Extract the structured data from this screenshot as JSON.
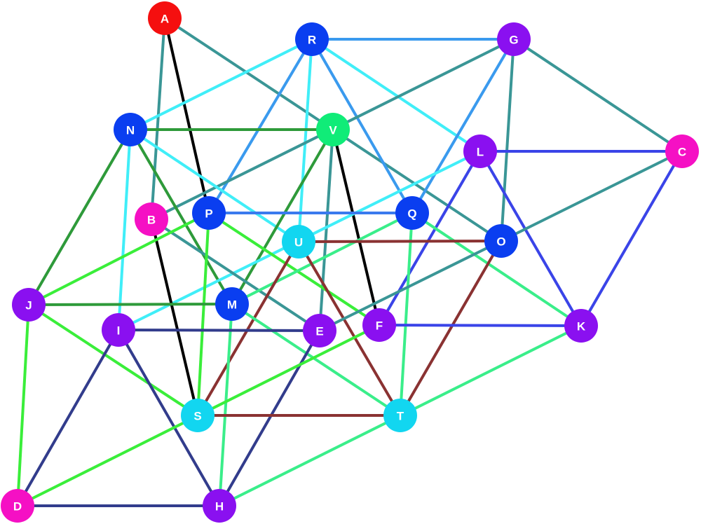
{
  "nodes": [
    {
      "id": "A",
      "label": "A",
      "color": "#f50f0f"
    },
    {
      "id": "R",
      "label": "R",
      "color": "#0a3ef0"
    },
    {
      "id": "G",
      "label": "G",
      "color": "#8a10f0"
    },
    {
      "id": "N",
      "label": "N",
      "color": "#0a3ef0"
    },
    {
      "id": "V",
      "label": "V",
      "color": "#10ec78"
    },
    {
      "id": "L",
      "label": "L",
      "color": "#8a10f0"
    },
    {
      "id": "C",
      "label": "C",
      "color": "#f510c4"
    },
    {
      "id": "B",
      "label": "B",
      "color": "#f510c4"
    },
    {
      "id": "P",
      "label": "P",
      "color": "#0a3ef0"
    },
    {
      "id": "Q",
      "label": "Q",
      "color": "#0a3ef0"
    },
    {
      "id": "U",
      "label": "U",
      "color": "#12d6f0"
    },
    {
      "id": "O",
      "label": "O",
      "color": "#0a3ef0"
    },
    {
      "id": "J",
      "label": "J",
      "color": "#8a10f0"
    },
    {
      "id": "M",
      "label": "M",
      "color": "#0a3ef0"
    },
    {
      "id": "I",
      "label": "I",
      "color": "#8a10f0"
    },
    {
      "id": "E",
      "label": "E",
      "color": "#8a10f0"
    },
    {
      "id": "F",
      "label": "F",
      "color": "#8a10f0"
    },
    {
      "id": "K",
      "label": "K",
      "color": "#8a10f0"
    },
    {
      "id": "S",
      "label": "S",
      "color": "#12d6f0"
    },
    {
      "id": "T",
      "label": "T",
      "color": "#12d6f0"
    },
    {
      "id": "D",
      "label": "D",
      "color": "#f510c4"
    },
    {
      "id": "H",
      "label": "H",
      "color": "#8a10f0"
    }
  ],
  "edges": [
    {
      "from": "A",
      "to": "P",
      "color": "#000000"
    },
    {
      "from": "A",
      "to": "B",
      "color": "#3a9696"
    },
    {
      "from": "A",
      "to": "O",
      "color": "#3a9696"
    },
    {
      "from": "R",
      "to": "G",
      "color": "#3a9aee"
    },
    {
      "from": "R",
      "to": "N",
      "color": "#40eef8"
    },
    {
      "from": "R",
      "to": "P",
      "color": "#3a9aee"
    },
    {
      "from": "R",
      "to": "U",
      "color": "#40eef8"
    },
    {
      "from": "R",
      "to": "Q",
      "color": "#3a9aee"
    },
    {
      "from": "R",
      "to": "L",
      "color": "#40eef8"
    },
    {
      "from": "G",
      "to": "B",
      "color": "#3a9696"
    },
    {
      "from": "G",
      "to": "Q",
      "color": "#3a9aee"
    },
    {
      "from": "G",
      "to": "O",
      "color": "#3a9696"
    },
    {
      "from": "G",
      "to": "C",
      "color": "#3a9696"
    },
    {
      "from": "N",
      "to": "V",
      "color": "#2e9a3a"
    },
    {
      "from": "N",
      "to": "J",
      "color": "#2e9a3a"
    },
    {
      "from": "N",
      "to": "M",
      "color": "#2e9a3a"
    },
    {
      "from": "N",
      "to": "U",
      "color": "#40eef8"
    },
    {
      "from": "N",
      "to": "I",
      "color": "#40eef8"
    },
    {
      "from": "V",
      "to": "F",
      "color": "#000000"
    },
    {
      "from": "V",
      "to": "M",
      "color": "#2e9a3a"
    },
    {
      "from": "V",
      "to": "E",
      "color": "#3a9696"
    },
    {
      "from": "L",
      "to": "C",
      "color": "#3a44e8"
    },
    {
      "from": "L",
      "to": "K",
      "color": "#3a44e8"
    },
    {
      "from": "L",
      "to": "F",
      "color": "#3a44e8"
    },
    {
      "from": "L",
      "to": "I",
      "color": "#40eef8"
    },
    {
      "from": "C",
      "to": "O",
      "color": "#3a9696"
    },
    {
      "from": "C",
      "to": "K",
      "color": "#3a44e8"
    },
    {
      "from": "B",
      "to": "S",
      "color": "#000000"
    },
    {
      "from": "B",
      "to": "E",
      "color": "#3a9696"
    },
    {
      "from": "P",
      "to": "Q",
      "color": "#3a7aee"
    },
    {
      "from": "P",
      "to": "J",
      "color": "#3aee3a"
    },
    {
      "from": "P",
      "to": "S",
      "color": "#3aee3a"
    },
    {
      "from": "P",
      "to": "F",
      "color": "#3aee3a"
    },
    {
      "from": "Q",
      "to": "M",
      "color": "#3aee8a"
    },
    {
      "from": "Q",
      "to": "T",
      "color": "#3aee8a"
    },
    {
      "from": "Q",
      "to": "K",
      "color": "#3aee8a"
    },
    {
      "from": "U",
      "to": "O",
      "color": "#8a3232"
    },
    {
      "from": "U",
      "to": "S",
      "color": "#8a3232"
    },
    {
      "from": "U",
      "to": "T",
      "color": "#8a3232"
    },
    {
      "from": "O",
      "to": "T",
      "color": "#8a3232"
    },
    {
      "from": "O",
      "to": "E",
      "color": "#3a9696"
    },
    {
      "from": "J",
      "to": "M",
      "color": "#2e9a3a"
    },
    {
      "from": "J",
      "to": "S",
      "color": "#3aee3a"
    },
    {
      "from": "J",
      "to": "D",
      "color": "#3aee3a"
    },
    {
      "from": "M",
      "to": "T",
      "color": "#3aee8a"
    },
    {
      "from": "M",
      "to": "H",
      "color": "#3aee8a"
    },
    {
      "from": "I",
      "to": "E",
      "color": "#323c8c"
    },
    {
      "from": "I",
      "to": "D",
      "color": "#323c8c"
    },
    {
      "from": "I",
      "to": "H",
      "color": "#323c8c"
    },
    {
      "from": "E",
      "to": "H",
      "color": "#323c8c"
    },
    {
      "from": "F",
      "to": "K",
      "color": "#3a44e8"
    },
    {
      "from": "F",
      "to": "D",
      "color": "#3aee3a"
    },
    {
      "from": "K",
      "to": "H",
      "color": "#3aee8a"
    },
    {
      "from": "S",
      "to": "T",
      "color": "#8a3232"
    },
    {
      "from": "D",
      "to": "H",
      "color": "#323c8c"
    }
  ]
}
